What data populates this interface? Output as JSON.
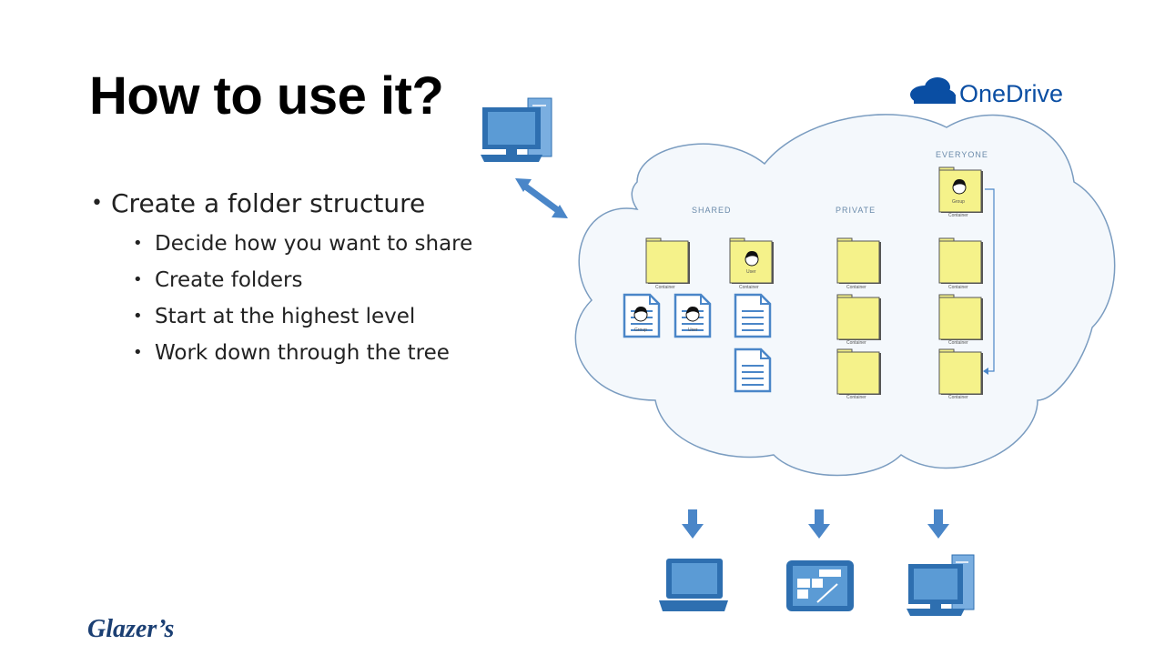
{
  "slide": {
    "title": "How to use it?",
    "bullets": [
      {
        "level": 1,
        "text": "Create a folder structure"
      },
      {
        "level": 2,
        "text": "Decide how you want to share"
      },
      {
        "level": 2,
        "text": "Create folders"
      },
      {
        "level": 2,
        "text": "Start at the highest level"
      },
      {
        "level": 2,
        "text": "Work down through the tree"
      }
    ]
  },
  "brand": {
    "onedrive_label": "OneDrive",
    "onedrive_color": "#0a4ea3",
    "company_logo": "Glazer's"
  },
  "diagram": {
    "sections": {
      "shared": "SHARED",
      "private": "PRIVATE",
      "everyone": "EVERYONE"
    },
    "container_caption": "Container",
    "user_caption": "User",
    "group_caption": "Group",
    "colors": {
      "cloud_stroke": "#7a9cc0",
      "folder_fill": "#f5f28a",
      "device_fill": "#5b9bd5"
    },
    "icons": [
      "computer-icon",
      "laptop-icon",
      "tablet-icon",
      "folder-icon",
      "document-icon",
      "user-icon",
      "group-icon",
      "sync-arrow-icon",
      "down-arrow-icon"
    ]
  }
}
